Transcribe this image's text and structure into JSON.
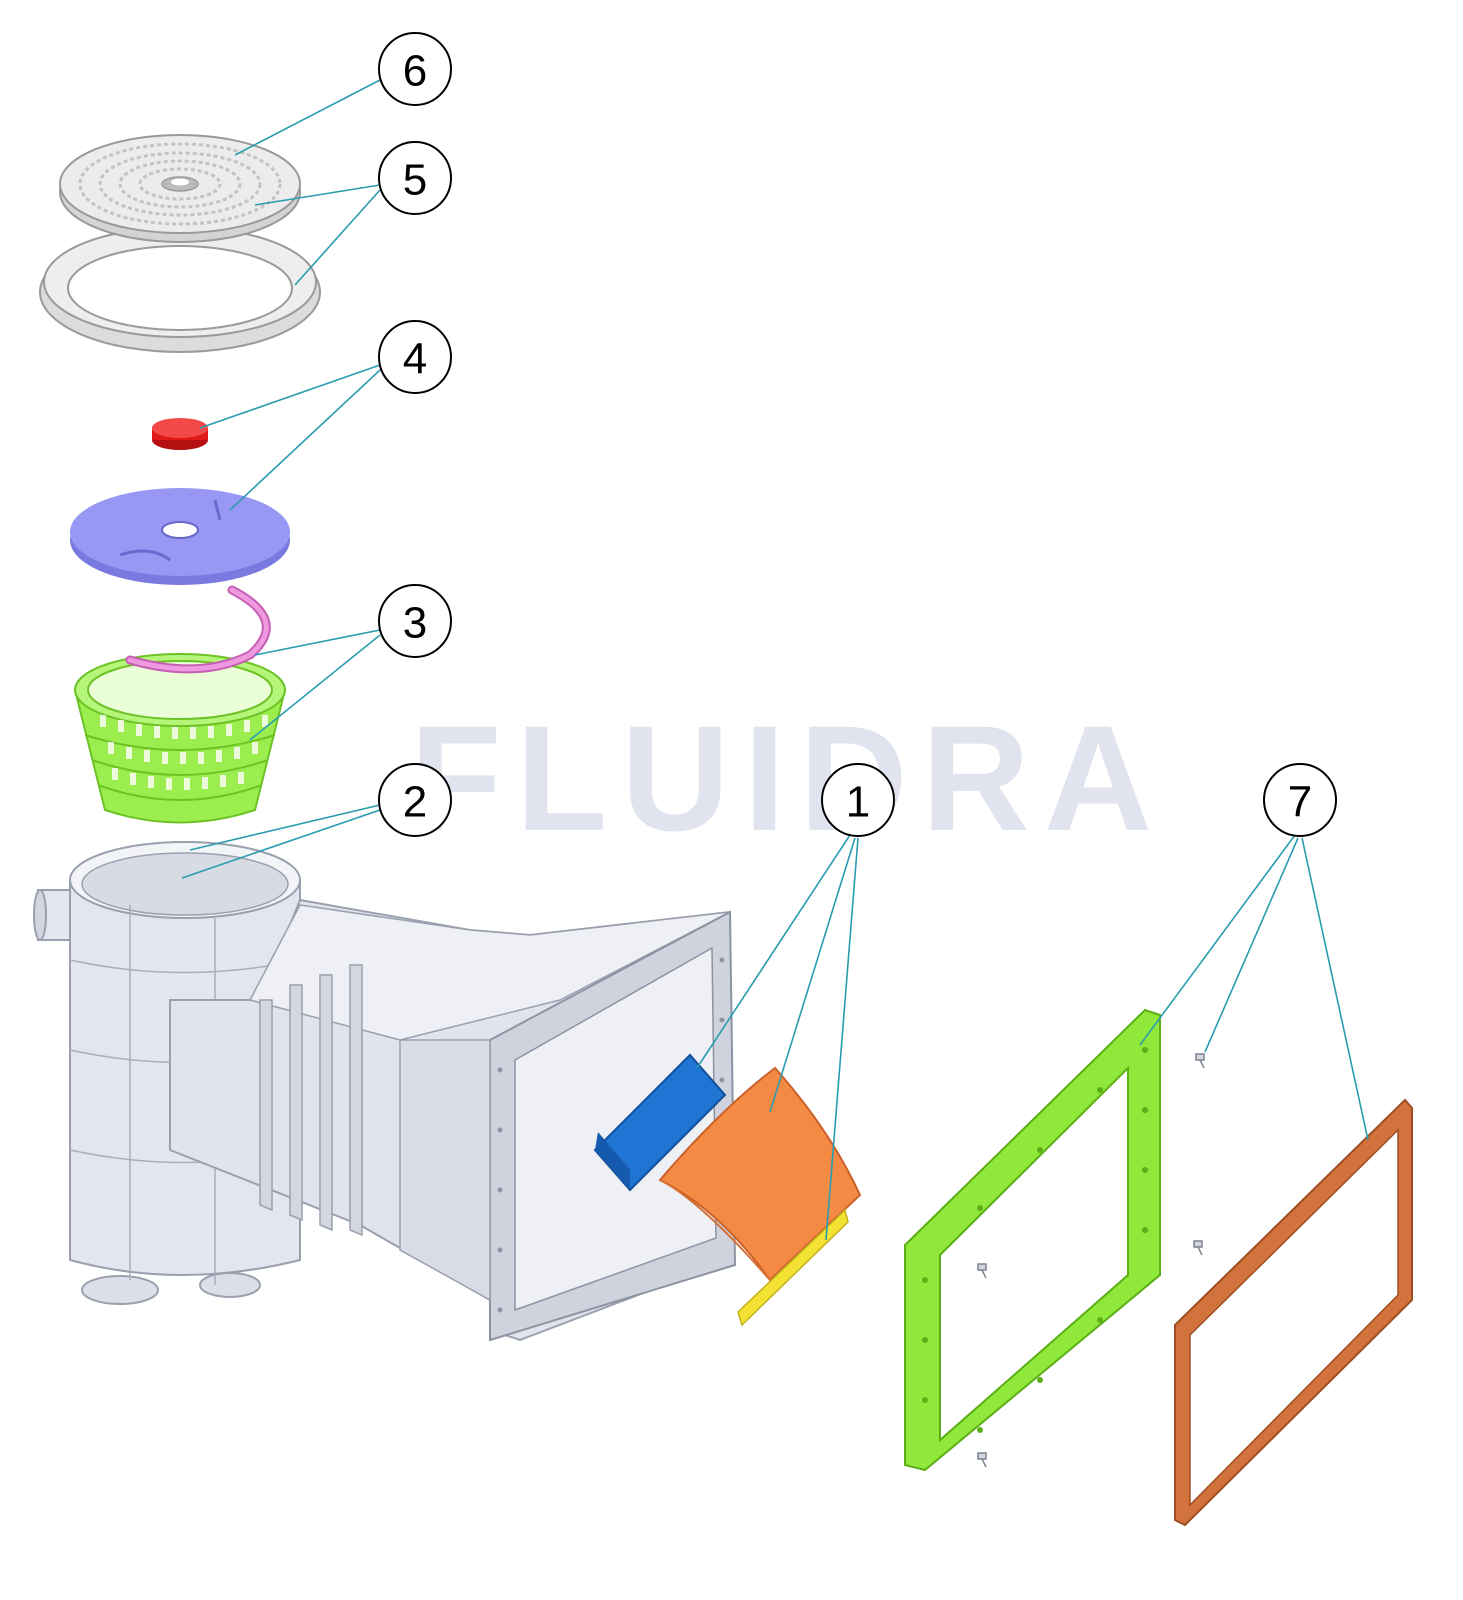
{
  "watermark": "FLUIDRA",
  "callouts": [
    {
      "id": "callout-6",
      "label": "6",
      "part": "cover-lid"
    },
    {
      "id": "callout-5",
      "label": "5",
      "part": "lid-and-ring"
    },
    {
      "id": "callout-4",
      "label": "4",
      "part": "float-valve"
    },
    {
      "id": "callout-3",
      "label": "3",
      "part": "basket-and-handle"
    },
    {
      "id": "callout-2",
      "label": "2",
      "part": "clip-parts"
    },
    {
      "id": "callout-1",
      "label": "1",
      "part": "weir-flap"
    },
    {
      "id": "callout-7",
      "label": "7",
      "part": "gasket-frame-screws"
    }
  ],
  "colors": {
    "leader": "#2a9cb0",
    "body": "#dde0e8",
    "lid": "#e6e6e6",
    "cap": "#e01818",
    "float": "#8f8ef2",
    "handle": "#e88ad6",
    "basket": "#9cee4e",
    "clip": "#7fdfe3",
    "weir_block": "#1f74d4",
    "weir_flap": "#f58a45",
    "weir_strip": "#f3e134",
    "frame_green": "#8fe83a",
    "gasket_orange": "#d2733d"
  }
}
